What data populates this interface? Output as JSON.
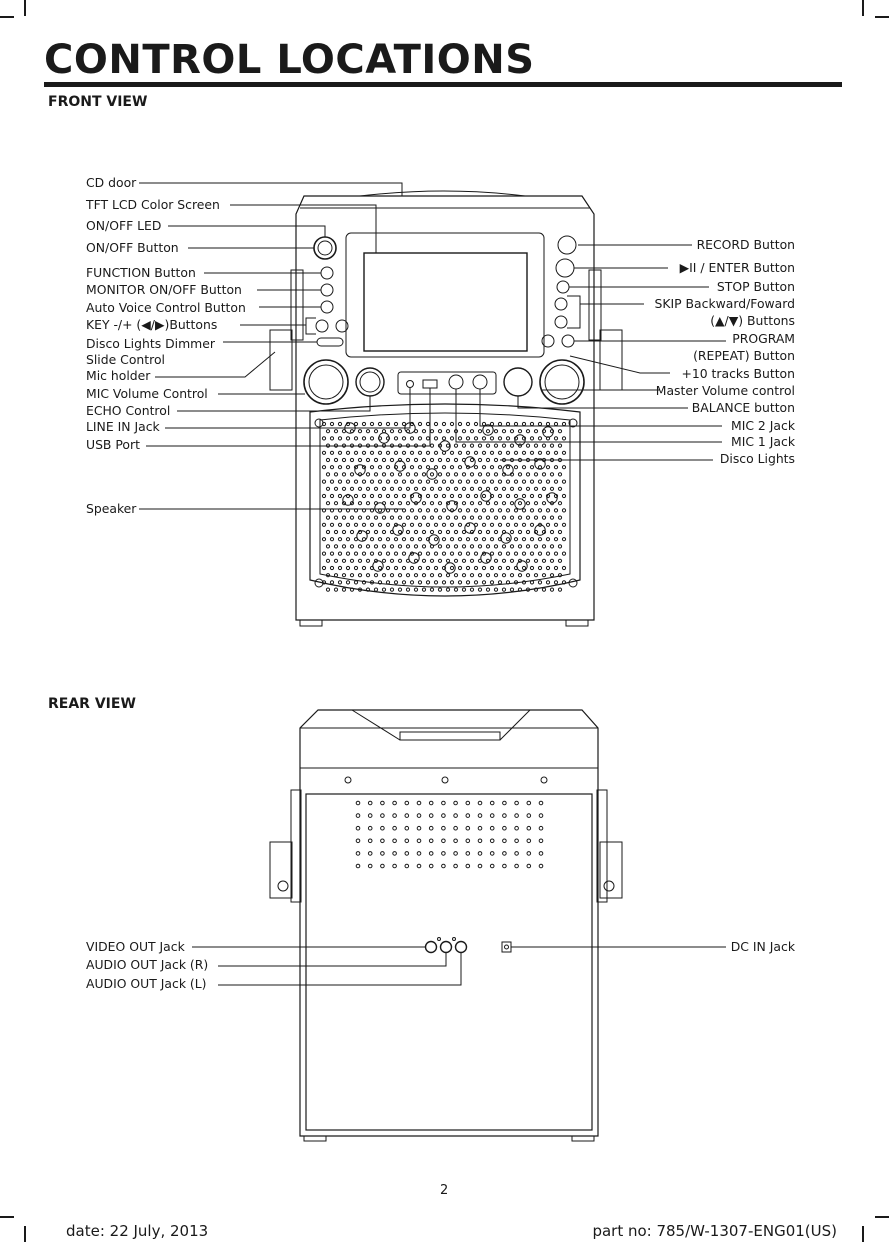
{
  "title": "CONTROL LOCATIONS",
  "front_section": "FRONT VIEW",
  "rear_section": "REAR VIEW",
  "front_left_labels": [
    "CD door",
    "TFT LCD Color Screen",
    "ON/OFF LED",
    "ON/OFF Button",
    "FUNCTION Button",
    "MONITOR ON/OFF Button",
    "Auto Voice Control Button",
    "KEY -/+ (◀/▶)Buttons",
    "Disco Lights Dimmer",
    "Slide Control",
    "Mic holder",
    "MIC Volume Control",
    "ECHO Control",
    "LINE IN Jack",
    "USB Port",
    "Speaker"
  ],
  "front_right_labels": [
    "RECORD Button",
    "▶II  / ENTER Button",
    "STOP Button",
    "SKIP Backward/Foward",
    "(▲/▼) Buttons",
    "PROGRAM",
    "(REPEAT) Button",
    "+10 tracks Button",
    "Master Volume control",
    "BALANCE button",
    "MIC 2 Jack",
    "MIC 1 Jack",
    "Disco Lights"
  ],
  "rear_left_labels": [
    "VIDEO OUT Jack",
    "AUDIO OUT Jack (R)",
    "AUDIO OUT Jack (L)"
  ],
  "rear_right_labels": [
    "DC IN Jack"
  ],
  "page_number": "2",
  "footer": {
    "date": "date: 22 July, 2013",
    "part": "part no: 785/W-1307-ENG01(US)"
  }
}
